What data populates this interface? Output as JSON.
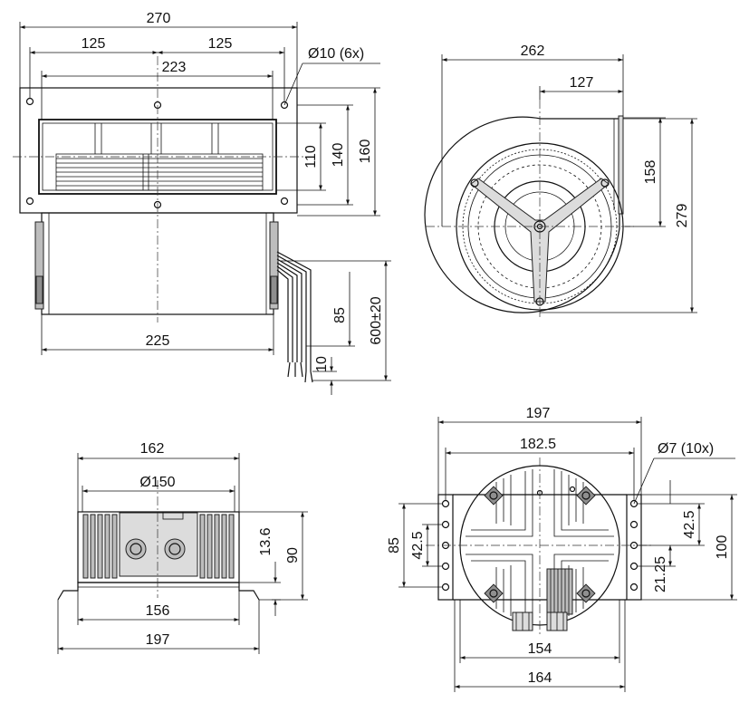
{
  "views": {
    "front": {
      "dims": {
        "width_total": "270",
        "hole_pitch_left": "125",
        "hole_pitch_right": "125",
        "opening_width": "223",
        "hole_callout": "Ø10 (6x)",
        "h_110": "110",
        "h_140": "140",
        "h_160": "160",
        "body_width": "225",
        "lead_85": "85",
        "lead_length": "600±20",
        "lead_10": "10"
      }
    },
    "side": {
      "dims": {
        "width_262": "262",
        "offset_127": "127",
        "outlet_158": "158",
        "height_279": "279"
      }
    },
    "bottom_left": {
      "dims": {
        "top_162": "162",
        "dia_150": "Ø150",
        "h_13_6": "13.6",
        "h_90": "90",
        "inner_156": "156",
        "base_197": "197"
      }
    },
    "bottom_right": {
      "dims": {
        "top_197": "197",
        "w_182_5": "182.5",
        "hole_callout": "Ø7 (10x)",
        "left_85": "85",
        "left_42_5": "42.5",
        "right_42_5": "42.5",
        "right_21_25": "21.25",
        "right_100": "100",
        "bot_154": "154",
        "bot_164": "164"
      }
    }
  }
}
